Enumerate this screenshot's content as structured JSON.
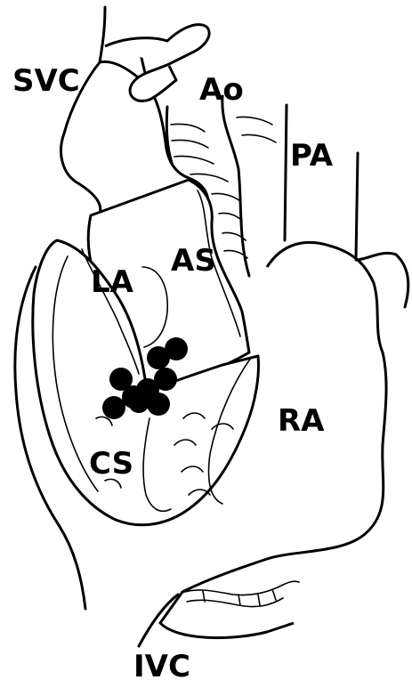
{
  "labels": {
    "svc": "SVC",
    "ao": "Ao",
    "pa": "PA",
    "la": "LA",
    "as": "AS",
    "ra": "RA",
    "cs": "CS",
    "ivc": "IVC"
  },
  "markers": {
    "shape": "filled black circles",
    "count": 9
  }
}
